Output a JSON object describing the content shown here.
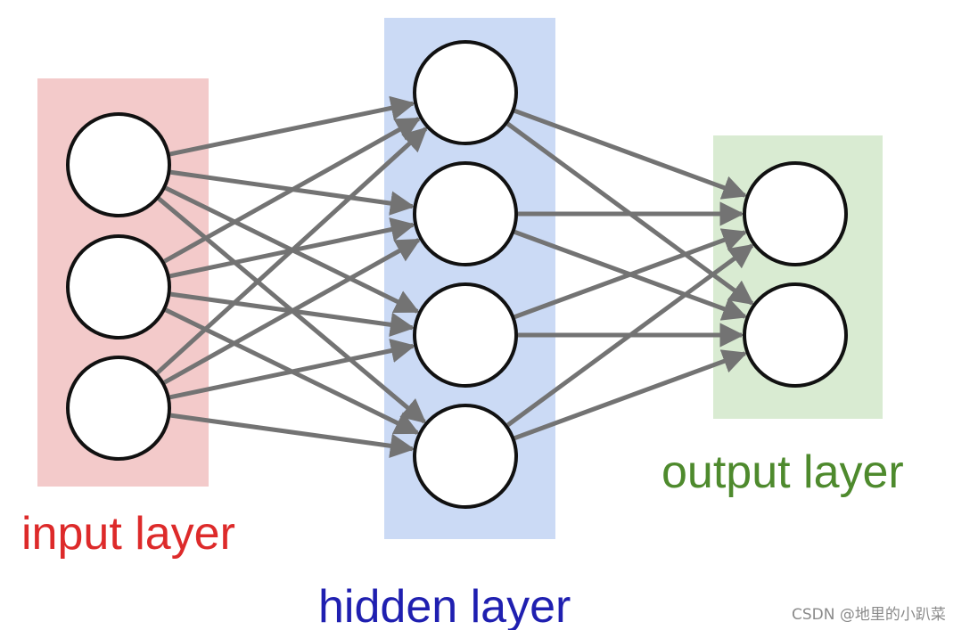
{
  "layers": [
    {
      "id": "input",
      "label": "input layer",
      "neurons": 3,
      "band_color": "#f3caca",
      "label_color": "#dd2a2a"
    },
    {
      "id": "hidden",
      "label": "hidden layer",
      "neurons": 4,
      "band_color": "#cbdaf5",
      "label_color": "#1f1fb0"
    },
    {
      "id": "output",
      "label": "output layer",
      "neurons": 2,
      "band_color": "#d9ebd2",
      "label_color": "#4e8a2d"
    }
  ],
  "connection_color": "#737373",
  "neuron_fill": "#ffffff",
  "neuron_stroke": "#111111",
  "watermark": {
    "text": "CSDN @地里的小趴菜",
    "color": "#8a8a8a"
  }
}
